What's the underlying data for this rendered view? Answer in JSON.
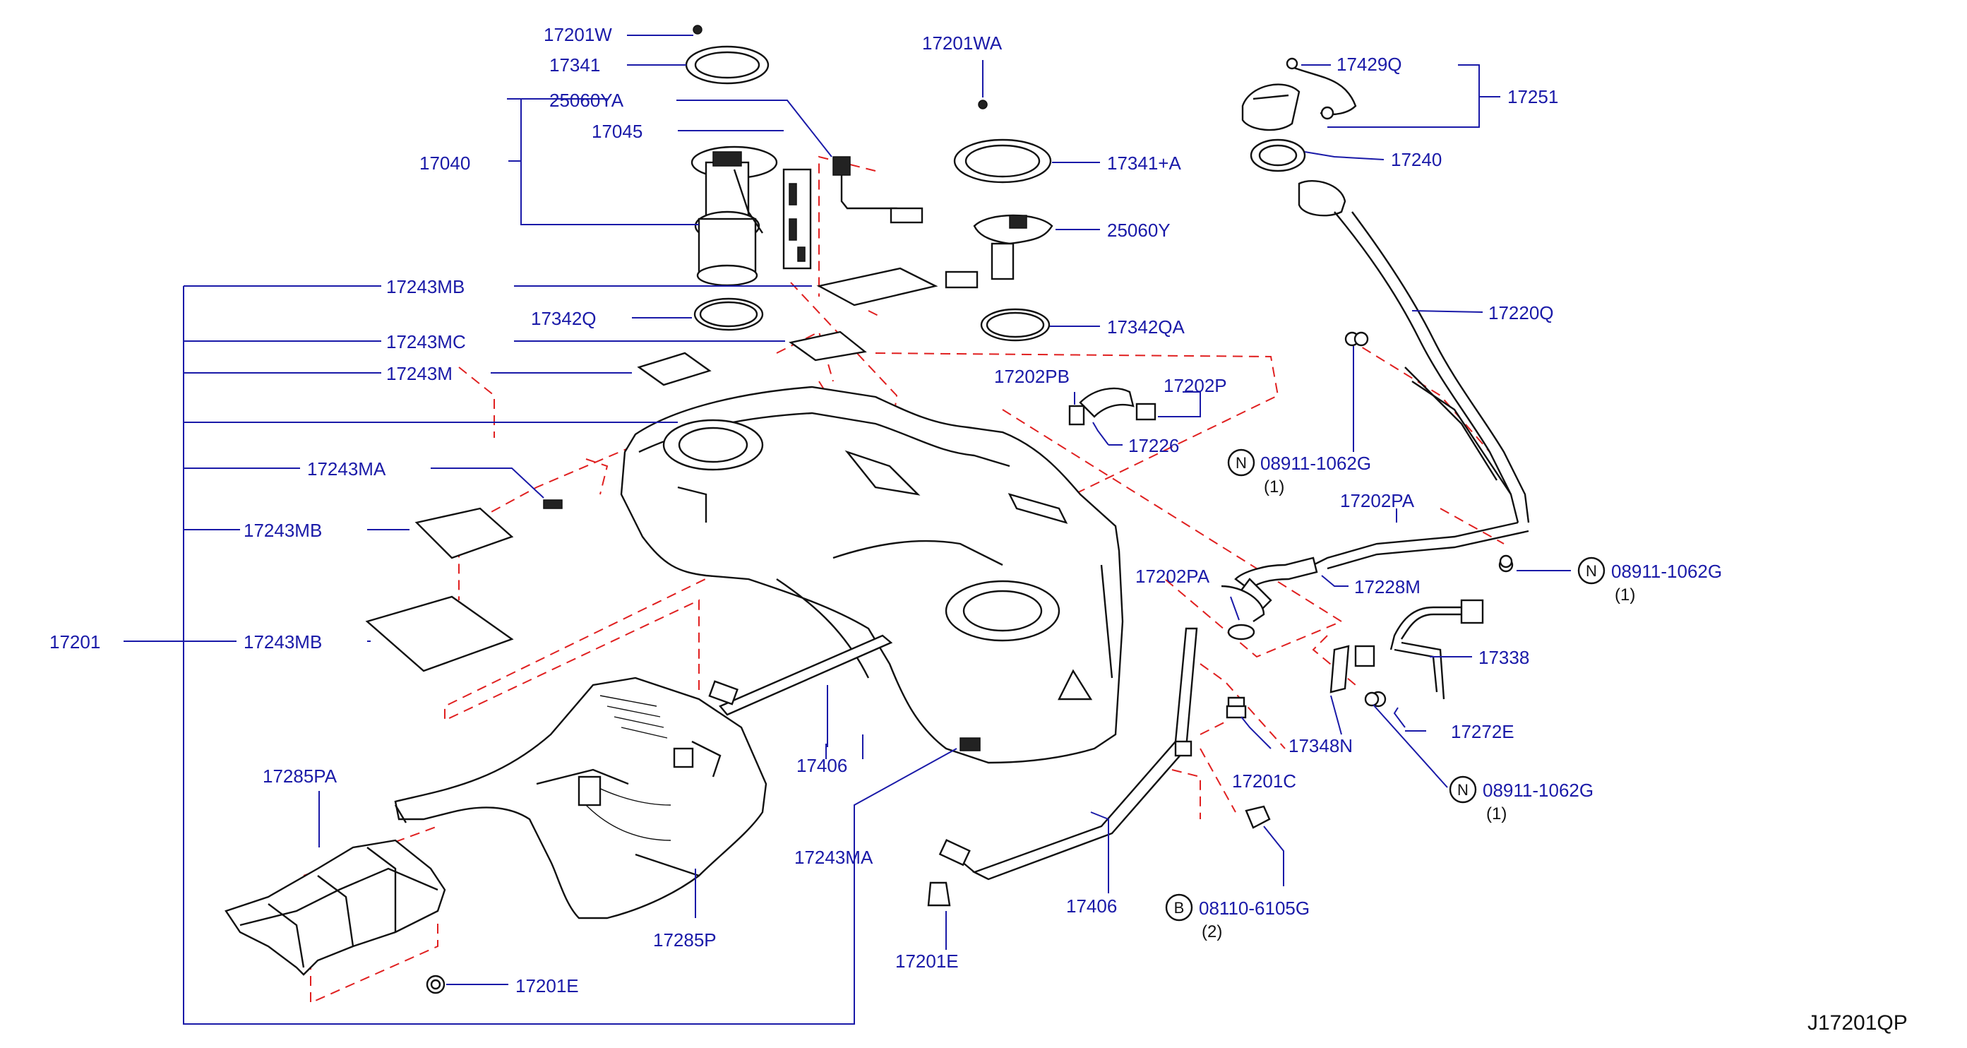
{
  "diagram_code": "J17201QP",
  "labels": {
    "p17201W": "17201W",
    "p17341": "17341",
    "p25060YA": "25060YA",
    "p17045": "17045",
    "p17040": "17040",
    "p17201WA": "17201WA",
    "p17341A": "17341+A",
    "p25060Y": "25060Y",
    "p17342QA": "17342QA",
    "p17243MB_a": "17243MB",
    "p17342Q": "17342Q",
    "p17243MC": "17243MC",
    "p17243M": "17243M",
    "p17243MA_a": "17243MA",
    "p17243MB_b": "17243MB",
    "p17201": "17201",
    "p17243MB_c": "17243MB",
    "p17429Q": "17429Q",
    "p17251": "17251",
    "p17240": "17240",
    "p17220Q": "17220Q",
    "p17202PB": "17202PB",
    "p17202P": "17202P",
    "p17226": "17226",
    "n08911_a": "08911-1062G",
    "n08911_a_qty": "(1)",
    "p17202PA_a": "17202PA",
    "n08911_b": "08911-1062G",
    "n08911_b_qty": "(1)",
    "p17202PA_b": "17202PA",
    "p17228M": "17228M",
    "p17338": "17338",
    "p17348N": "17348N",
    "p17272E": "17272E",
    "p17201C": "17201C",
    "n08911_c": "08911-1062G",
    "n08911_c_qty": "(1)",
    "b08110": "08110-6105G",
    "b08110_qty": "(2)",
    "p17406_a": "17406",
    "p17406_b": "17406",
    "p17243MA_b": "17243MA",
    "p17285PA": "17285PA",
    "p17285P": "17285P",
    "p17201E_a": "17201E",
    "p17201E_b": "17201E",
    "circle_n": "N",
    "circle_b": "B"
  }
}
